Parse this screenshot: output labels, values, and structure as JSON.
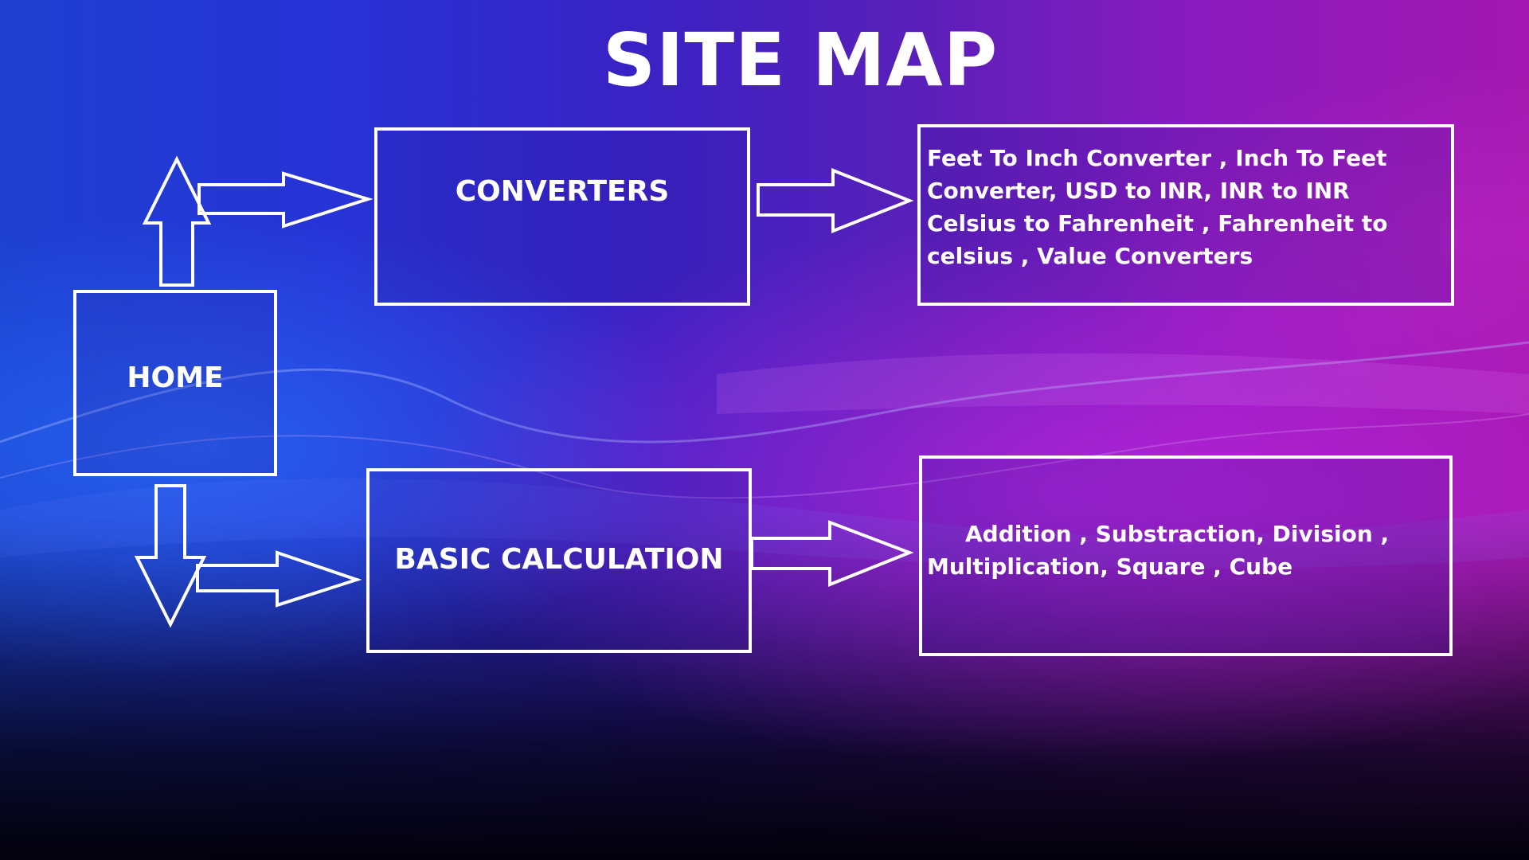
{
  "title": "SITE MAP",
  "nodes": {
    "home": {
      "label": "HOME"
    },
    "converters": {
      "label": "CONVERTERS"
    },
    "converters_detail": {
      "lines": [
        "Feet To Inch Converter , Inch To Feet",
        "Converter, USD to INR, INR to INR",
        "Celsius to Fahrenheit , Fahrenheit to",
        "celsius , Value Converters"
      ]
    },
    "basic_calculation": {
      "label": "BASIC CALCULATION"
    },
    "basic_calculation_detail": {
      "lines": [
        "Addition , Substraction, Division ,",
        "Multiplication, Square , Cube"
      ]
    }
  },
  "edges": [
    {
      "from": "HOME",
      "to": "CONVERTERS"
    },
    {
      "from": "HOME",
      "to": "BASIC CALCULATION"
    },
    {
      "from": "CONVERTERS",
      "to": "converters_detail"
    },
    {
      "from": "BASIC CALCULATION",
      "to": "basic_calculation_detail"
    }
  ],
  "colors": {
    "line": "#ffffff",
    "text": "#ffffff"
  }
}
